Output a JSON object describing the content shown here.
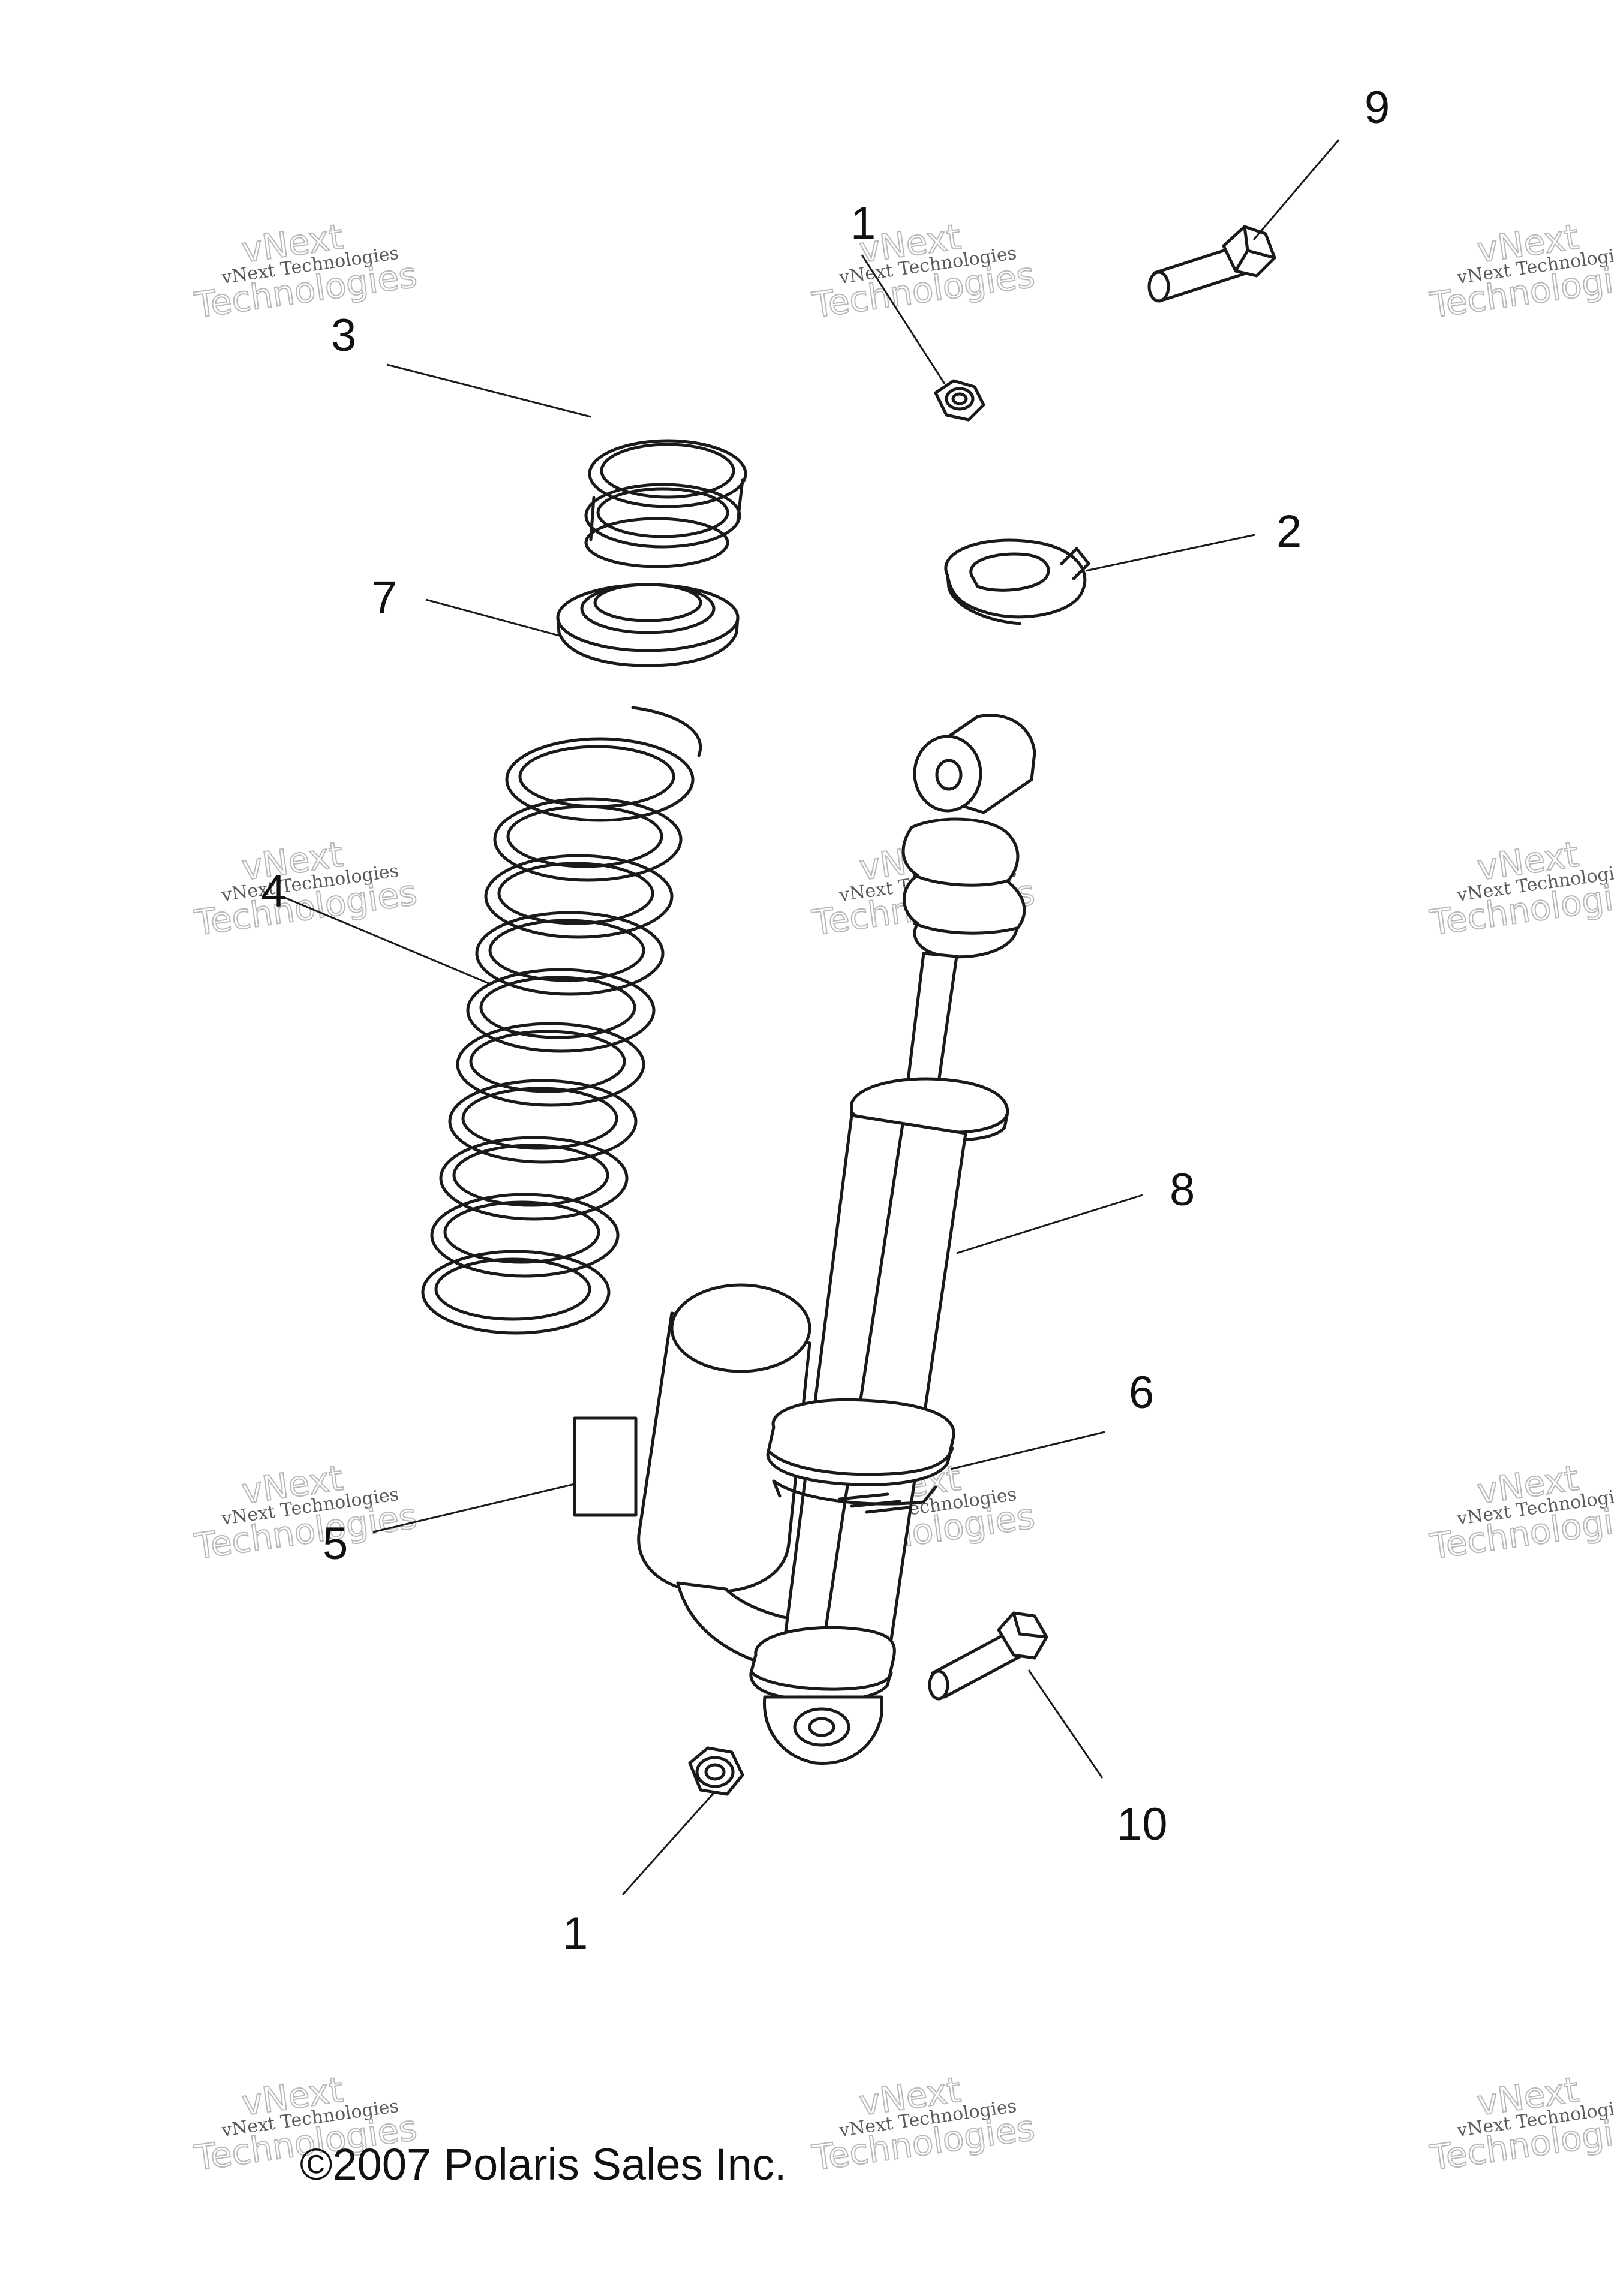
{
  "callouts": [
    {
      "id": "c9",
      "label": "9"
    },
    {
      "id": "c1a",
      "label": "1"
    },
    {
      "id": "c3",
      "label": "3"
    },
    {
      "id": "c2",
      "label": "2"
    },
    {
      "id": "c7",
      "label": "7"
    },
    {
      "id": "c4",
      "label": "4"
    },
    {
      "id": "c8",
      "label": "8"
    },
    {
      "id": "c6",
      "label": "6"
    },
    {
      "id": "c5",
      "label": "5"
    },
    {
      "id": "c10",
      "label": "10"
    },
    {
      "id": "c1b",
      "label": "1"
    }
  ],
  "watermark": {
    "line1": "vNext Technologies",
    "line2": "vNext",
    "line3": "Technologies"
  },
  "copyright": "©2007 Polaris Sales Inc."
}
